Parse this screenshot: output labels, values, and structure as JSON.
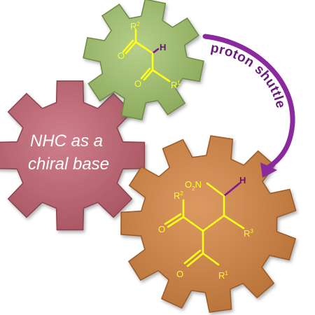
{
  "nhc_gear": {
    "line1": "NHC as a",
    "line2": "chiral base"
  },
  "arrow": {
    "label": "proton shuttle"
  },
  "top_molecule": {
    "r2": "R",
    "r2_sup": "2",
    "o_top": "O",
    "h": "H",
    "o_bottom": "O",
    "r1": "R",
    "r1_sup": "1"
  },
  "product_molecule": {
    "o2n_o": "O",
    "o2n_sub": "2",
    "o2n_n": "N",
    "h": "H",
    "r2": "R",
    "r2_sup": "2",
    "o_left": "O",
    "r3": "R",
    "r3_sup": "3",
    "o_bottom": "O",
    "r1": "R",
    "r1_sup": "1"
  },
  "colors": {
    "green_gear": "#9bb86a",
    "red_gear": "#c06a78",
    "orange_gear": "#d28b52",
    "arrow": "#8a2a9e",
    "chem_text": "#ffff1a",
    "h_atom": "#6a1080"
  }
}
